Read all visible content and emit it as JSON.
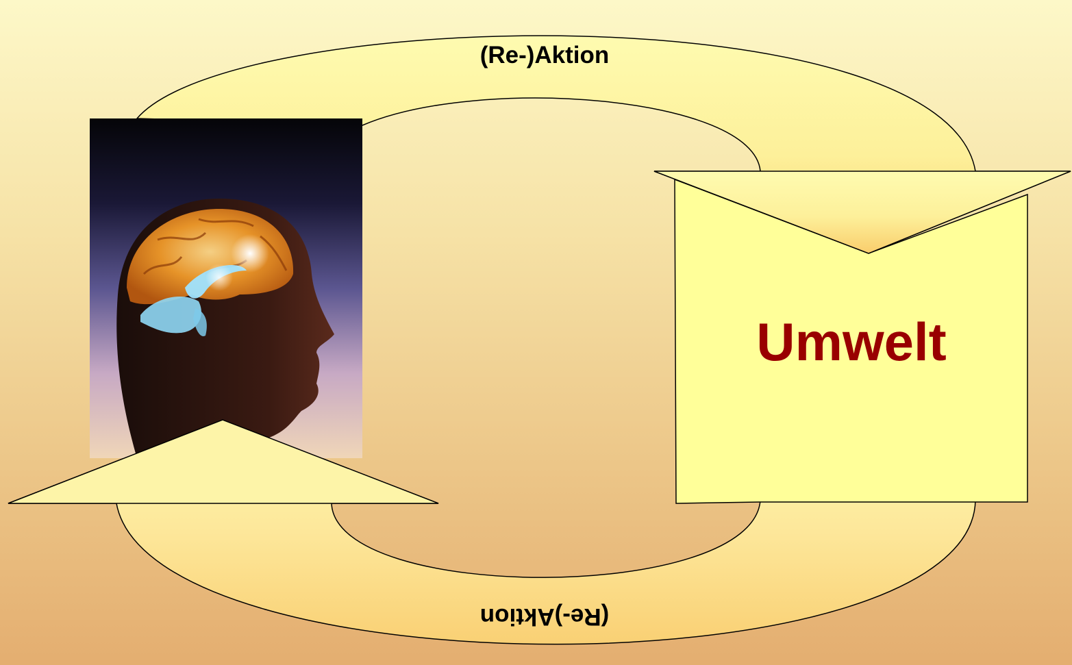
{
  "diagram": {
    "top_label": "(Re-)Aktion",
    "bottom_label": "(Re-)Aktion",
    "box_label": "Umwelt",
    "head_image": "human-head-brain-silhouette",
    "colors": {
      "arrow_fill_light": "#ffff99",
      "arrow_fill_dark": "#f9cd6c",
      "box_fill": "#ffff99",
      "box_text": "#990000",
      "stroke": "#000000",
      "background_top": "#fdf8c8",
      "background_bottom": "#e4ae70"
    }
  }
}
